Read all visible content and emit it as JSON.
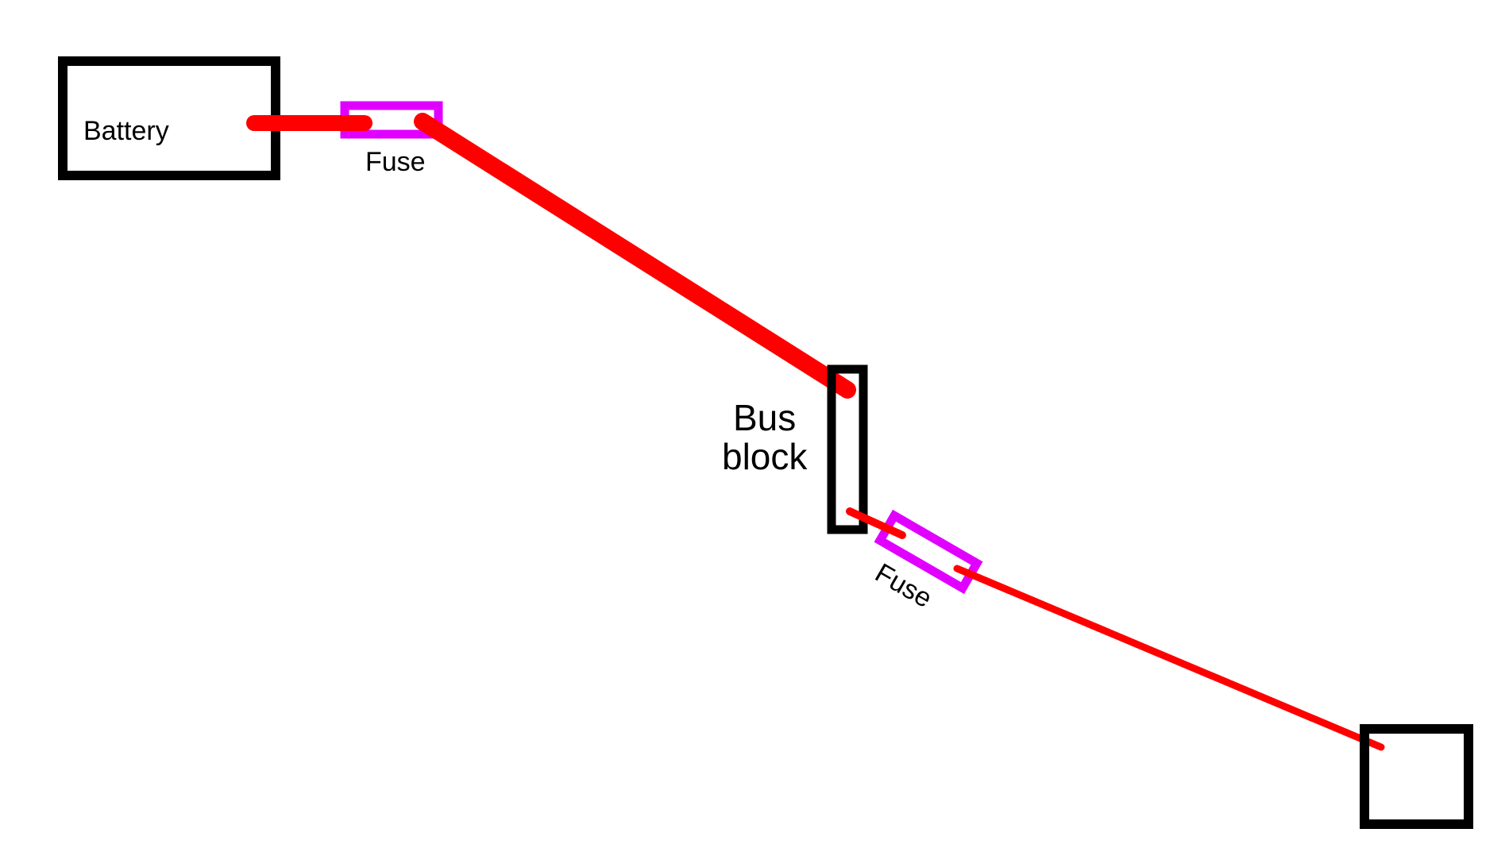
{
  "labels": {
    "battery": "Battery",
    "fuse_main": "Fuse",
    "bus_block_line1": "Bus",
    "bus_block_line2": "block",
    "fuse_branch": "Fuse"
  },
  "colors": {
    "outline": "#000000",
    "wire": "#ff0000",
    "fuse": "#e100ff",
    "background": "#ffffff"
  }
}
